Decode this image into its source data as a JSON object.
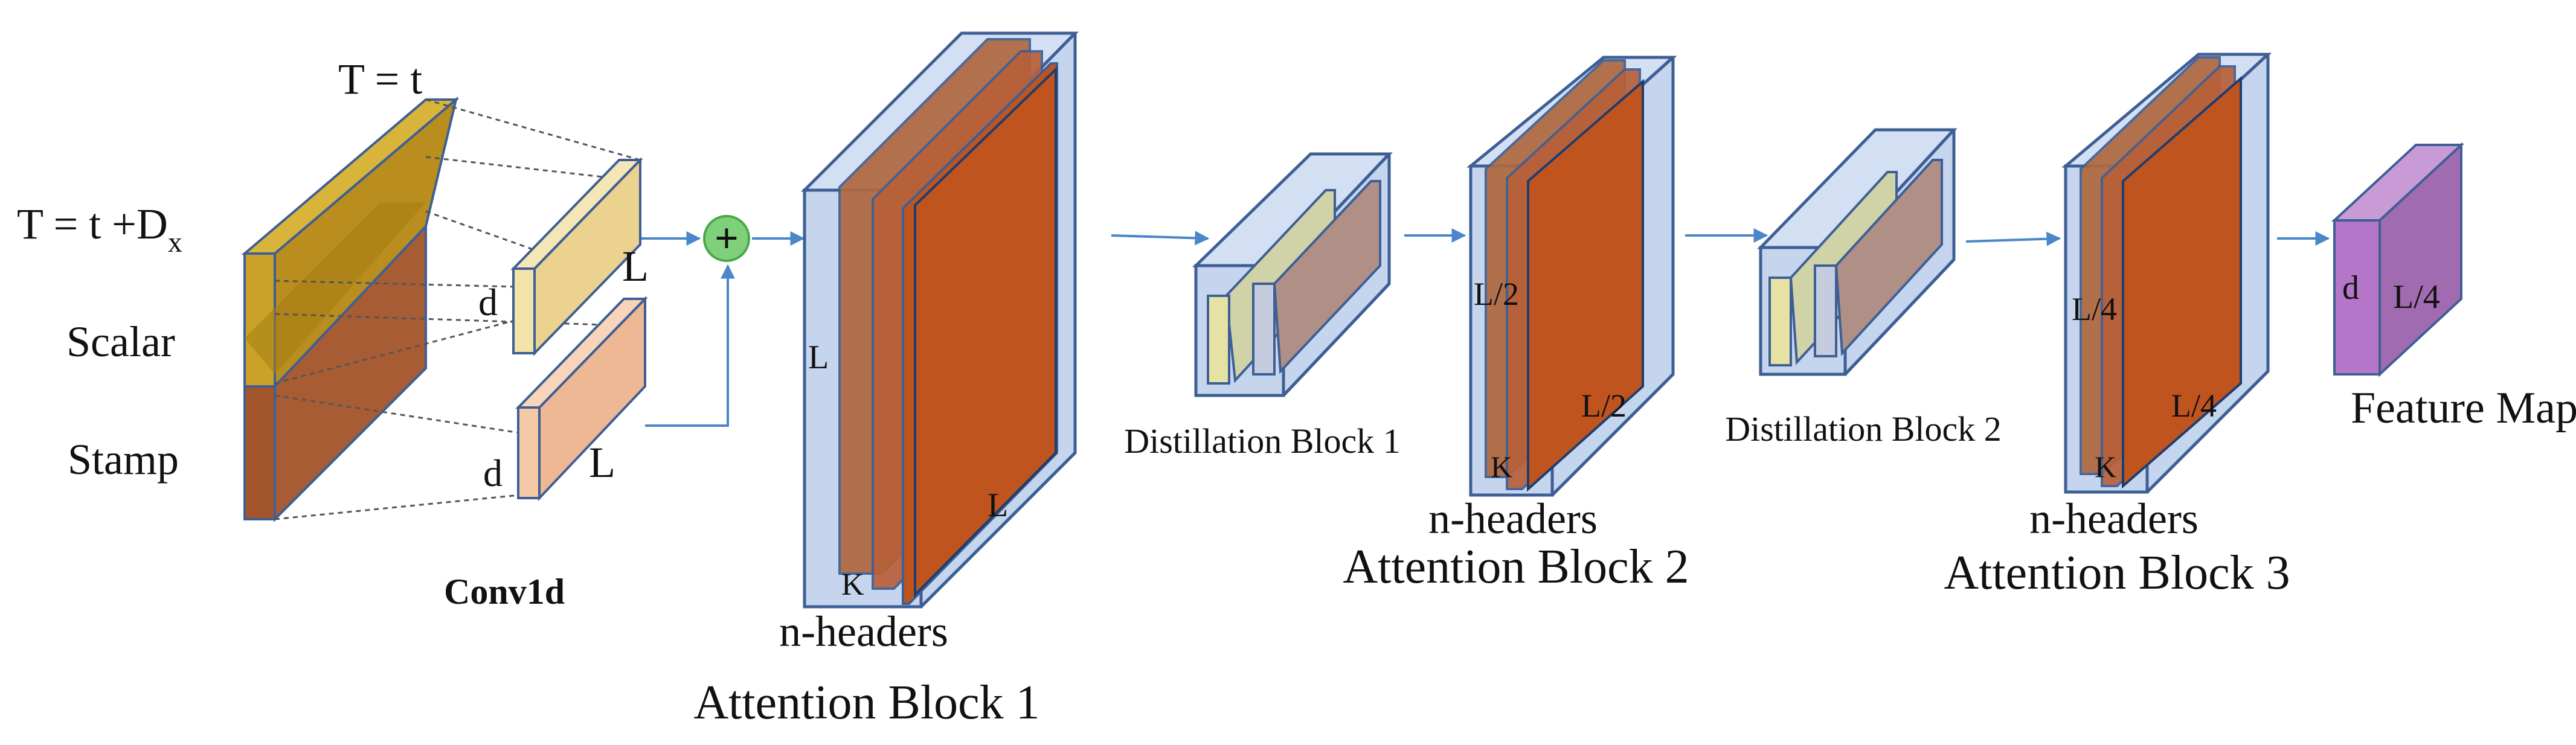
{
  "input": {
    "label_t": "T = t",
    "label_tdx": "T = t +D",
    "label_tdx_sub": "x",
    "label_scalar": "Scalar",
    "label_stamp": "Stamp"
  },
  "conv": {
    "label": "Conv1d",
    "top_d": "d",
    "top_L": "L",
    "bottom_d": "d",
    "bottom_L": "L"
  },
  "plus_symbol": "+",
  "attention1": {
    "L_left": "L",
    "L_right": "L",
    "K": "K",
    "line1": "n-headers",
    "line2": "Attention Block 1"
  },
  "distill1": {
    "label": "Distillation Block 1"
  },
  "attention2": {
    "L_left": "L/2",
    "L_right": "L/2",
    "K": "K",
    "line1": "n-headers",
    "line2": "Attention Block 2"
  },
  "distill2": {
    "label": "Distillation Block 2"
  },
  "attention3": {
    "L_left": "L/4",
    "L_right": "L/4",
    "K": "K",
    "line1": "n-headers",
    "line2": "Attention Block 3"
  },
  "feature_map": {
    "d": "d",
    "L": "L/4",
    "label": "Feature Map"
  },
  "colors": {
    "gold": "#C9A227",
    "brown": "#A85C34",
    "pale_yellow": "#EED9A0",
    "peach": "#F0BFA0",
    "block_blue": "#C5D5EE",
    "block_blue_stroke": "#3E5F95",
    "orange": "#C0541E",
    "purple": "#B575C8",
    "arrow": "#4A86C8",
    "green": "#7ED07A"
  }
}
